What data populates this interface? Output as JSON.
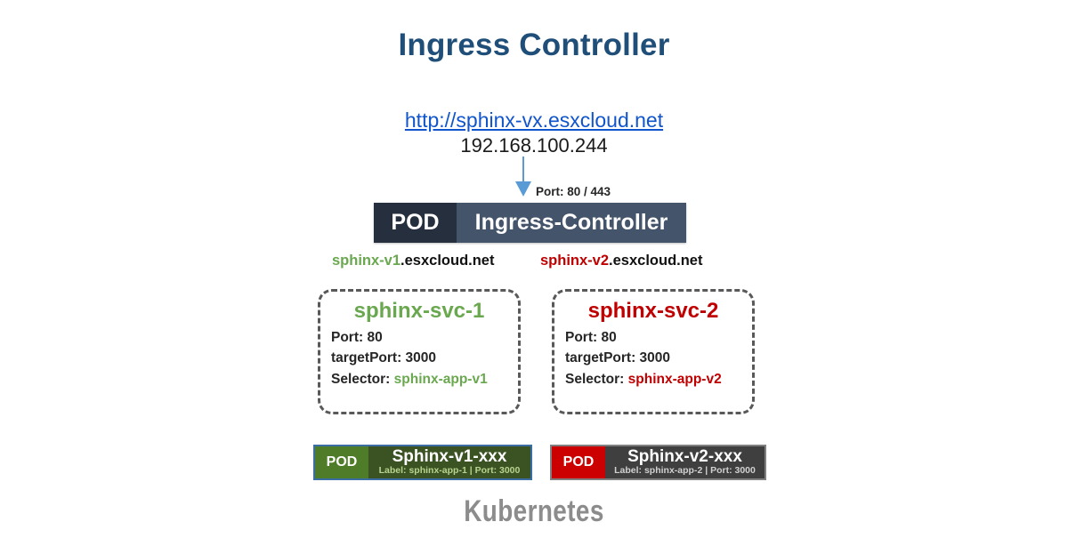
{
  "title": "Ingress Controller",
  "entry": {
    "url": "http://sphinx-vx.esxcloud.net",
    "ip": "192.168.100.244",
    "port_label": "Port: 80 / 443",
    "arrow_color": "#5b9bd5",
    "url_color": "#1155cc"
  },
  "ingress_pod": {
    "pod_chip": "POD",
    "name": "Ingress-Controller",
    "chip_color": "#262f3d",
    "body_color": "#44546a"
  },
  "hosts": [
    {
      "name": "sphinx-v1",
      "domain": ".esxcloud.net",
      "color": "#6aa84f"
    },
    {
      "name": "sphinx-v2",
      "domain": ".esxcloud.net",
      "color": "#c00000"
    }
  ],
  "services": [
    {
      "name": "sphinx-svc-1",
      "color": "#6aa84f",
      "port_label": "Port: 80",
      "target_port_label": "targetPort: 3000",
      "selector_label": "Selector: ",
      "selector_value": "sphinx-app-v1"
    },
    {
      "name": "sphinx-svc-2",
      "color": "#c00000",
      "port_label": "Port: 80",
      "target_port_label": "targetPort: 3000",
      "selector_label": "Selector: ",
      "selector_value": "sphinx-app-v2"
    }
  ],
  "pods": [
    {
      "pod_chip": "POD",
      "name": "Sphinx-v1-xxx",
      "meta": "Label: sphinx-app-1 | Port: 3000",
      "chip_color": "#4f7c28",
      "body_color": "#3b5323",
      "border_color": "#3a6ea5"
    },
    {
      "pod_chip": "POD",
      "name": "Sphinx-v2-xxx",
      "meta": "Label: sphinx-app-2 | Port: 3000",
      "chip_color": "#cc0000",
      "body_color": "#3f3f3f",
      "border_color": "#808080"
    }
  ],
  "platform": "Kubernetes"
}
